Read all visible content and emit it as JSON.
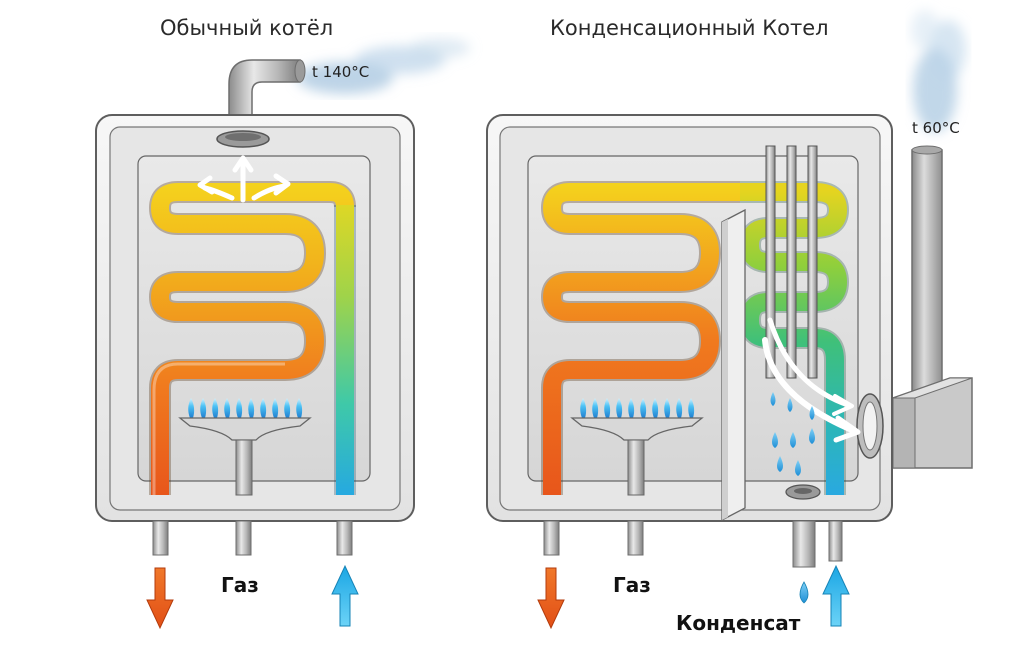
{
  "left_boiler": {
    "title": "Обычный котёл",
    "exhaust_temp": "t 140°C",
    "gas_label": "Газ"
  },
  "right_boiler": {
    "title": "Конденсационный Котел",
    "exhaust_temp": "t 60°C",
    "gas_label": "Газ",
    "condensate_label": "Конденсат"
  },
  "colors": {
    "hot": "#e8561b",
    "warm": "#f2c21a",
    "cool_green": "#3fc07a",
    "cold": "#29a9e0",
    "casing": "#efefef",
    "flame": "#2aa4e8"
  }
}
